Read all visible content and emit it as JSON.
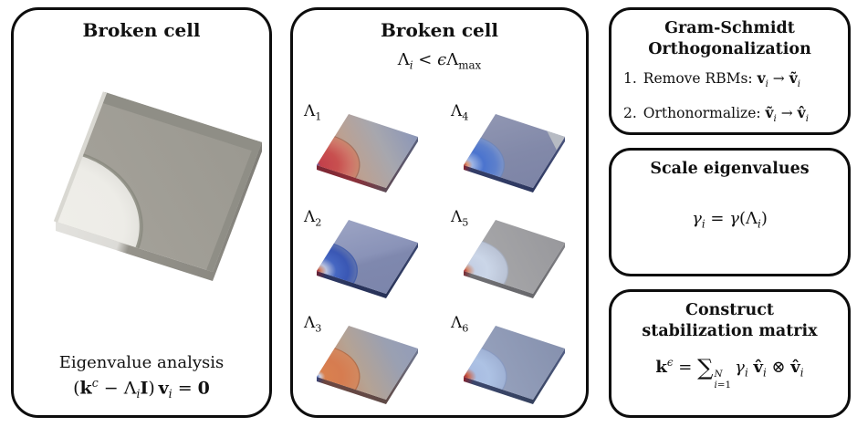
{
  "figure": {
    "background": "#ffffff",
    "border_color": "#0d0d0d"
  },
  "panels": {
    "broken_cell_left": {
      "title": "Broken cell",
      "caption": "Eigenvalue analysis",
      "equation_html": "(<b>k</b><sup><i>c</i></sup> − Λ<sub><i>i</i></sub><b>I</b>) <b>v</b><sub><i>i</i></sub> = <b>0</b>"
    },
    "broken_cell_modes": {
      "title": "Broken cell",
      "condition_html": "Λ<sub><i>i</i></sub> &lt; <i>ϵ</i>Λ<sub>max</sub>",
      "modes": [
        {
          "label_html": "Λ<sub>1</sub>",
          "r": 56,
          "face": [
            [
              0,
              "#c67d6b"
            ],
            [
              35,
              "#bba193"
            ],
            [
              65,
              "#a7a7ae"
            ],
            [
              100,
              "#8b96b8"
            ]
          ],
          "disk": [
            [
              0,
              "#4a66c0"
            ],
            [
              9,
              "#c3404b"
            ],
            [
              50,
              "#c8504f"
            ],
            [
              80,
              "#cf7468"
            ],
            [
              100,
              "#c9886f"
            ]
          ],
          "arc": "#a06a58",
          "side_front": [
            [
              0,
              "#7c2633"
            ],
            [
              55,
              "#8c2f38"
            ],
            [
              100,
              "#5e4a55"
            ]
          ],
          "side_right": [
            [
              0,
              "#5e4a55"
            ],
            [
              100,
              "#59627f"
            ]
          ]
        },
        {
          "label_html": "Λ<sub>2</sub>",
          "r": 53,
          "face_from": [
            0,
            100
          ],
          "face_to": [
            100,
            0
          ],
          "face": [
            [
              0,
              "#9ba3c3"
            ],
            [
              48,
              "#8a93b8"
            ],
            [
              58,
              "#7f88ae"
            ],
            [
              100,
              "#7c85ab"
            ]
          ],
          "disk": [
            [
              0,
              "#a81f28"
            ],
            [
              11,
              "#d08a72"
            ],
            [
              24,
              "#b9c2de"
            ],
            [
              48,
              "#4667c2"
            ],
            [
              78,
              "#3a57b4"
            ],
            [
              100,
              "#5e72ae"
            ]
          ],
          "arc": "#415caa",
          "side_front": [
            [
              0,
              "#6e2030"
            ],
            [
              14,
              "#2c3763"
            ],
            [
              100,
              "#283257"
            ]
          ],
          "side_right": [
            [
              0,
              "#283257"
            ],
            [
              100,
              "#3d4972"
            ]
          ]
        },
        {
          "label_html": "Λ<sub>3</sub>",
          "r": 56,
          "face": [
            [
              0,
              "#d08561"
            ],
            [
              40,
              "#b5a394"
            ],
            [
              75,
              "#9aa0b2"
            ],
            [
              100,
              "#939db9"
            ]
          ],
          "disk": [
            [
              0,
              "#486cc6"
            ],
            [
              8,
              "#ccd4e6"
            ],
            [
              20,
              "#d9814f"
            ],
            [
              60,
              "#d67c50"
            ],
            [
              100,
              "#d28960"
            ]
          ],
          "arc": "#b06844",
          "side_front": [
            [
              0,
              "#31427e"
            ],
            [
              12,
              "#6c4640"
            ],
            [
              100,
              "#5f4a47"
            ]
          ],
          "side_right": [
            [
              0,
              "#5f4a47"
            ],
            [
              100,
              "#707a94"
            ]
          ]
        },
        {
          "label_html": "Λ<sub>4</sub>",
          "r": 53,
          "face_from": [
            0,
            100
          ],
          "face_to": [
            100,
            0
          ],
          "face": [
            [
              0,
              "#9096b2"
            ],
            [
              55,
              "#8289a9"
            ],
            [
              100,
              "#7d84a6"
            ]
          ],
          "disk": [
            [
              0,
              "#b3372e"
            ],
            [
              10,
              "#e09a76"
            ],
            [
              22,
              "#9db4e4"
            ],
            [
              50,
              "#4b74ce"
            ],
            [
              80,
              "#5d80cc"
            ],
            [
              100,
              "#7b93c8"
            ]
          ],
          "arc": "#6d85b8",
          "corner_far": "#b7bbc3",
          "side_front": [
            [
              0,
              "#8e1f28"
            ],
            [
              12,
              "#323d68"
            ],
            [
              100,
              "#2e3860"
            ]
          ],
          "side_right": [
            [
              0,
              "#2e3860"
            ],
            [
              100,
              "#49537c"
            ]
          ]
        },
        {
          "label_html": "Λ<sub>5</sub>",
          "r": 58,
          "face": [
            [
              0,
              "#aaaaac"
            ],
            [
              100,
              "#98989c"
            ]
          ],
          "disk": [
            [
              0,
              "#ae2129"
            ],
            [
              10,
              "#d28a6e"
            ],
            [
              26,
              "#c5d0e4"
            ],
            [
              55,
              "#cbd6e8"
            ],
            [
              100,
              "#b9c2d4"
            ]
          ],
          "arc": "#a6aebe",
          "side_front": [
            [
              0,
              "#7c222b"
            ],
            [
              12,
              "#6f6f73"
            ],
            [
              100,
              "#68686c"
            ]
          ],
          "side_right": [
            [
              0,
              "#68686c"
            ],
            [
              100,
              "#838388"
            ]
          ]
        },
        {
          "label_html": "Λ<sub>6</sub>",
          "r": 56,
          "face": [
            [
              0,
              "#9aa5c0"
            ],
            [
              100,
              "#8691ae"
            ]
          ],
          "disk": [
            [
              0,
              "#a81e26"
            ],
            [
              12,
              "#cc6a52"
            ],
            [
              30,
              "#a9bde2"
            ],
            [
              60,
              "#adc2e4"
            ],
            [
              100,
              "#9fb1d4"
            ]
          ],
          "arc": "#8799c0",
          "side_front": [
            [
              0,
              "#8c1f27"
            ],
            [
              15,
              "#3a466c"
            ],
            [
              100,
              "#36425f"
            ]
          ],
          "side_right": [
            [
              0,
              "#36425f"
            ],
            [
              100,
              "#535f85"
            ]
          ]
        }
      ]
    },
    "gram_schmidt": {
      "title_line1": "Gram-Schmidt",
      "title_line2": "Orthogonalization",
      "steps": [
        {
          "num": "1.",
          "text_html": "Remove RBMs: <b>v</b><sub><i>i</i></sub> → <b>ṽ</b><sub><i>i</i></sub>"
        },
        {
          "num": "2.",
          "text_html": "Orthonormalize: <b>ṽ</b><sub><i>i</i></sub> → <b>v̂</b><sub><i>i</i></sub>"
        }
      ]
    },
    "scale_eigenvalues": {
      "title": "Scale eigenvalues",
      "equation_html": "<i>γ</i><sub><i>i</i></sub> = <i>γ</i>(Λ<sub><i>i</i></sub>)"
    },
    "construct_matrix": {
      "title_line1": "Construct",
      "title_line2": "stabilization matrix",
      "equation_html": "<b>k</b><sup><i>ϵ</i></sup> = <span class='sum'>∑</span><span class='lims'><span class='lt'><i>N</i></span><span class='lb'><i>i</i>=1</span></span><i>γ</i><sub><i>i</i></sub> <b>v̂</b><sub><i>i</i></sub> ⊗ <b>v̂</b><sub><i>i</i></sub>"
    }
  },
  "left_plate": {
    "r": 52,
    "face": [
      [
        0,
        "#a6a39b"
      ],
      [
        100,
        "#9a9890"
      ]
    ],
    "disk": [
      [
        0,
        "#efeee9"
      ],
      [
        80,
        "#edece7"
      ],
      [
        100,
        "#e3e2dd"
      ]
    ],
    "arc": "#8a897f",
    "arc_w": 2.2,
    "band_far": "#8f8e86",
    "left_edge": "#d9d8d2",
    "side_front": [
      [
        0,
        "#e3e2de"
      ],
      [
        40,
        "#dcdbd7"
      ],
      [
        47,
        "#95938b"
      ],
      [
        100,
        "#8b8982"
      ]
    ],
    "side_right": [
      [
        0,
        "#8b8982"
      ],
      [
        100,
        "#7f7d77"
      ]
    ]
  }
}
